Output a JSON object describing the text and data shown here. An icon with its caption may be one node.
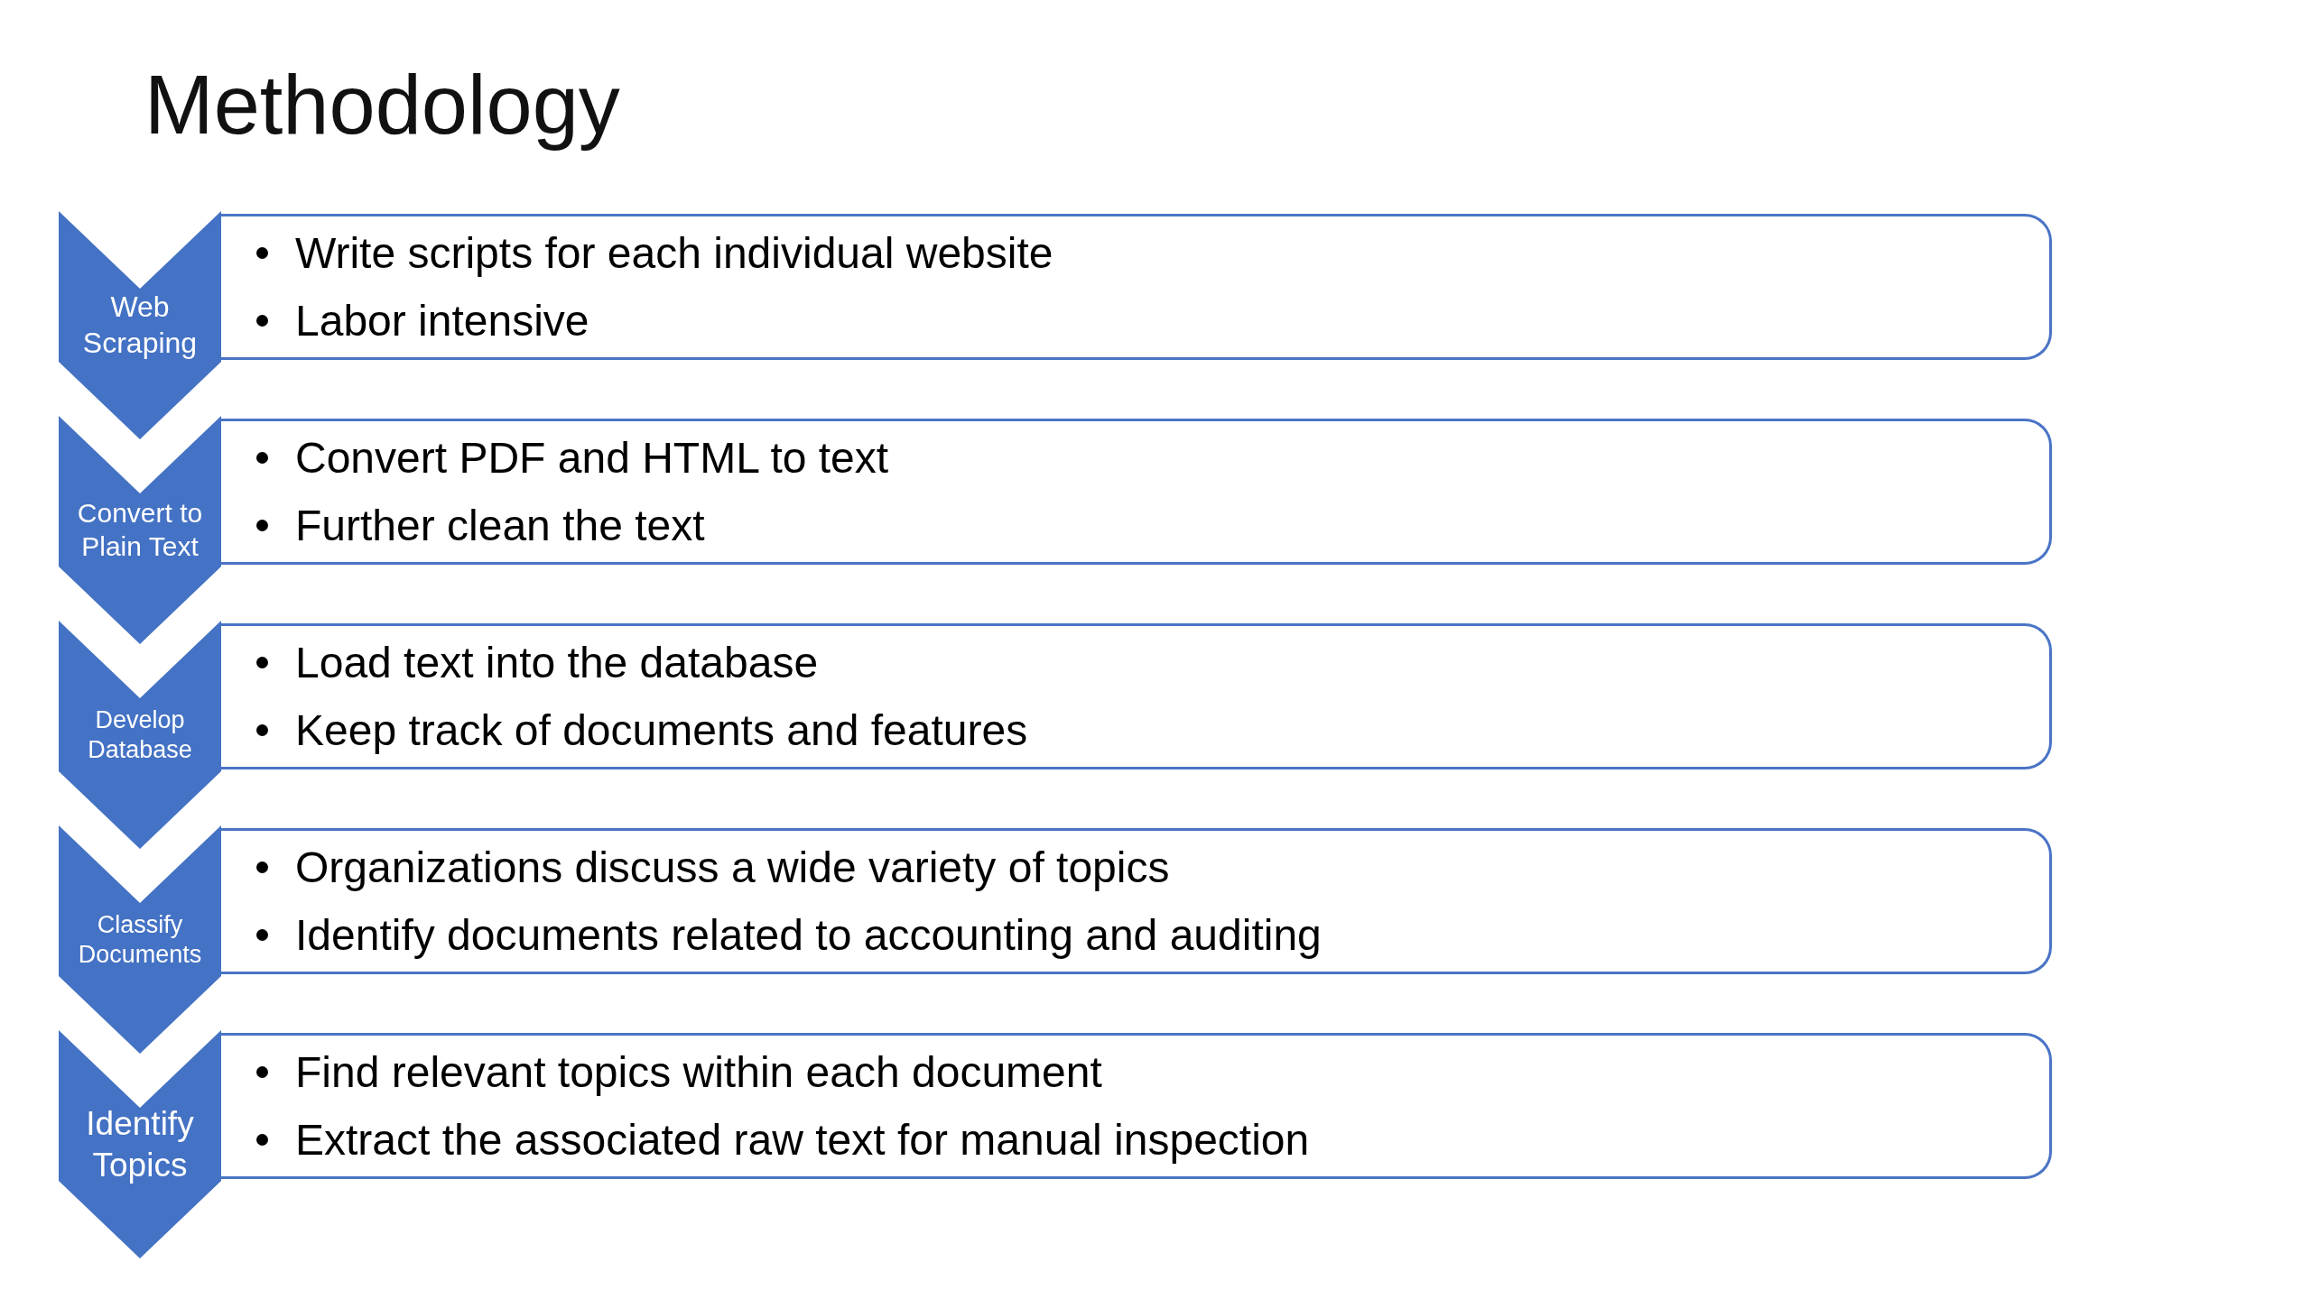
{
  "diagram": {
    "title": "Methodology",
    "nodes": [
      {
        "text": [
          "Web Scraping"
        ]
      },
      {
        "text": [
          "Write scripts for each individual website",
          "Labor intensive"
        ]
      },
      {
        "text": [
          "Convert to Plain Text"
        ]
      },
      {
        "text": [
          "Convert PDF and HTML to text",
          "Further clean the text"
        ]
      },
      {
        "text": [
          "Develop Database"
        ]
      },
      {
        "text": [
          "Load text into the database",
          "Keep track of documents and features"
        ]
      },
      {
        "text": [
          "Classify Documents"
        ]
      },
      {
        "text": [
          "Organizations discuss a wide variety of topics",
          "Identify documents related to accounting and auditing"
        ]
      },
      {
        "text": [
          "Identify Topics"
        ]
      },
      {
        "text": [
          "Find relevant topics within each document",
          "Extract the associated raw text for manual inspection"
        ]
      }
    ]
  }
}
